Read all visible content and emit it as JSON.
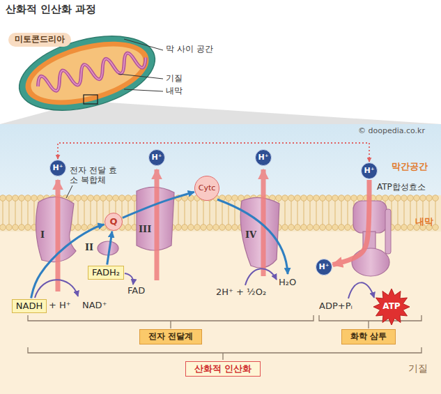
{
  "diagram": {
    "title": "산화적 인산화 과정",
    "nodes": [
      {
        "text": [
          "미토콘드리아"
        ]
      },
      {
        "text": [
          "H⁺"
        ]
      },
      {
        "text": [
          "H⁺"
        ]
      },
      {
        "text": [
          "H⁺"
        ]
      },
      {
        "text": [
          "H⁺"
        ]
      },
      {
        "text": [
          "Q"
        ]
      },
      {
        "text": [
          "Cytc"
        ]
      },
      {
        "text": [
          "FADH₂"
        ]
      },
      {
        "text": [
          "NADH"
        ]
      },
      {
        "text": [
          "H⁺"
        ]
      },
      {
        "text": [
          "ATP"
        ]
      },
      {
        "text": [
          "전자 전달계"
        ]
      },
      {
        "text": [
          "화학 삼투"
        ]
      },
      {
        "text": [
          "산화적 인산화"
        ]
      }
    ],
    "edges": [
      {
        "from": 1,
        "to": 4,
        "arrow": "both"
      },
      {
        "from": 4,
        "to": 9,
        "arrow": "to"
      },
      {
        "from": 8,
        "to": 5,
        "arrow": "to"
      },
      {
        "from": 7,
        "to": 5,
        "arrow": "to"
      },
      {
        "from": 5,
        "to": 6,
        "arrow": "to"
      }
    ],
    "labels": [
      "막 사이 공간",
      "기질",
      "내막",
      "© doopedia.co.kr",
      "막간공간",
      "전자 전달 효소 복합체",
      "ATP합성효소",
      "내막",
      "I",
      "II",
      "III",
      "IV",
      "+ H⁺",
      "NAD⁺",
      "FAD",
      "2H⁺ + ½O₂",
      "H₂O",
      "ADP+Pᵢ",
      "기질"
    ]
  }
}
